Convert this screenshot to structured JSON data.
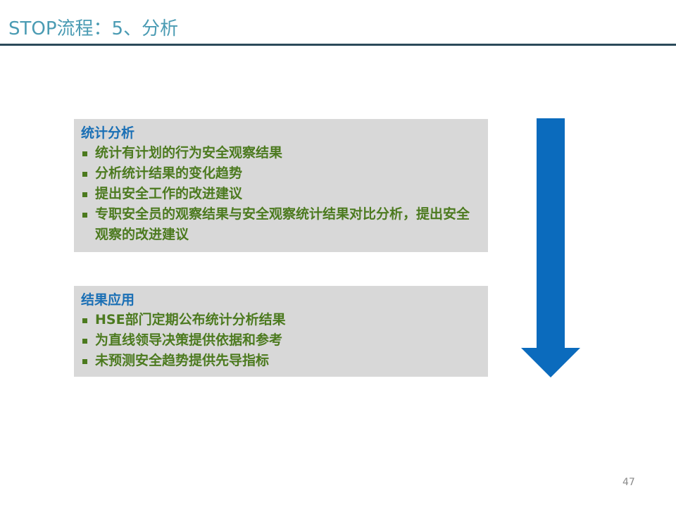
{
  "slide": {
    "title": "STOP流程：5、分析",
    "page_number": "47"
  },
  "sections": [
    {
      "heading": "统计分析",
      "items": [
        "统计有计划的行为安全观察结果",
        "分析统计结果的变化趋势",
        "提出安全工作的改进建议",
        "专职安全员的观察结果与安全观察统计结果对比分析，提出安全观察的改进建议"
      ]
    },
    {
      "heading": "结果应用",
      "items": [
        "HSE部门定期公布统计分析结果",
        "为直线领导决策提供依据和参考",
        "未预测安全趋势提供先导指标"
      ]
    }
  ],
  "colors": {
    "title": "#4a9bb3",
    "title_rule": "#2b4a5a",
    "heading": "#1a6fb5",
    "bullet_text": "#4c7a1f",
    "panel_bg": "#d8d8d8",
    "arrow": "#0b6bbd"
  },
  "icons": {
    "bullet": "square-bullet-icon",
    "arrow": "down-arrow-icon"
  }
}
